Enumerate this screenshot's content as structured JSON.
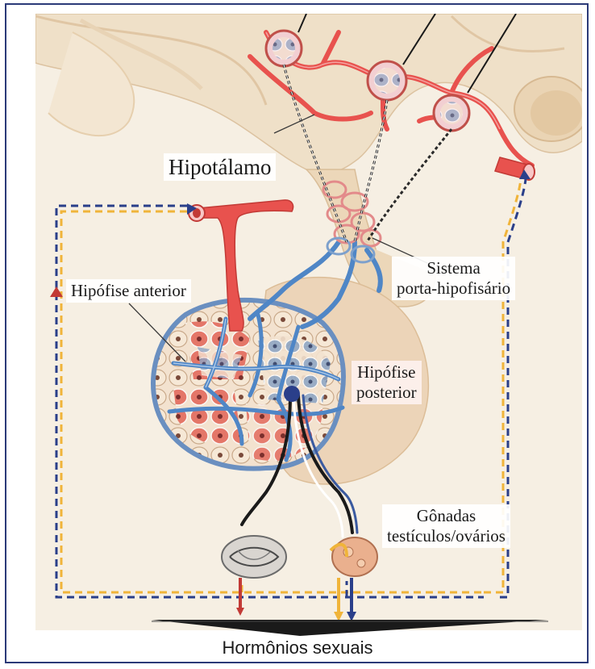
{
  "labels": {
    "hipotalamo": "Hipotálamo",
    "hipofise_anterior": "Hipófise anterior",
    "hipofise_posterior_line1": "Hipófise",
    "hipofise_posterior_line2": "posterior",
    "sistema_line1": "Sistema",
    "sistema_line2": "porta-hipofisário",
    "gonadas_line1": "Gônadas",
    "gonadas_line2": "testículos/ovários",
    "hormonios": "Hormônios sexuais"
  },
  "colors": {
    "artery": "#e8524e",
    "vein": "#4f86c6",
    "background": "#f6efe3",
    "gland_tissue": "#efdcc4",
    "frame": "#2b3a78",
    "feedback_dash_blue": "#2a3f8a",
    "feedback_dash_yellow": "#f0b43a"
  }
}
